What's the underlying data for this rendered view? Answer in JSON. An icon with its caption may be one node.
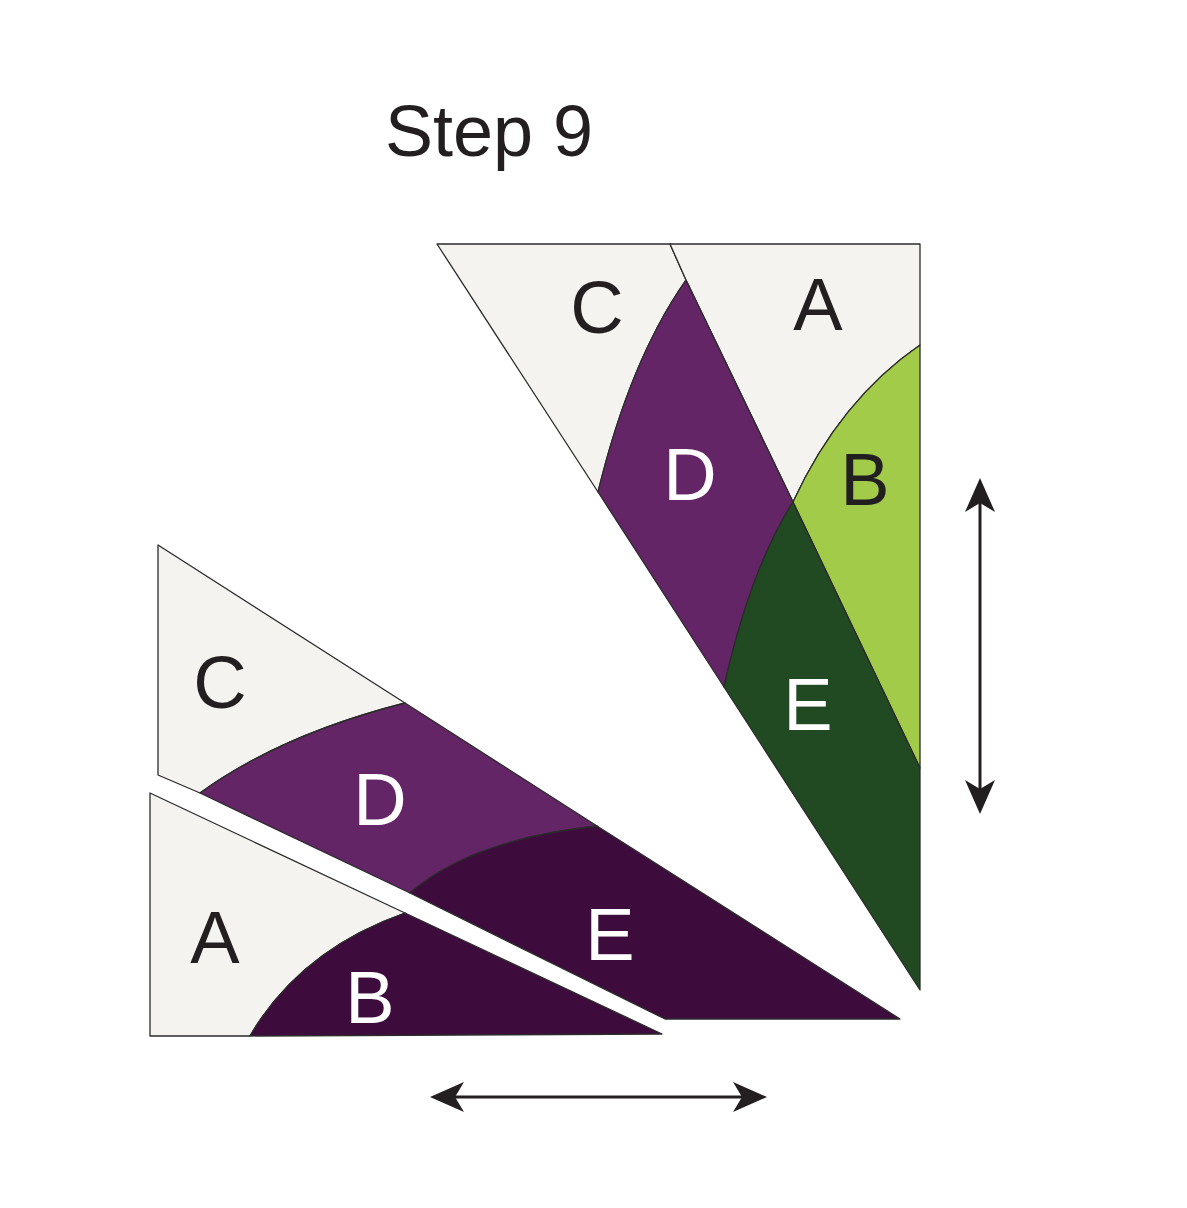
{
  "diagram": {
    "title": "Step 9",
    "nodes": [
      {
        "text": [
          "C"
        ]
      },
      {
        "text": [
          "A"
        ]
      },
      {
        "text": [
          "D"
        ]
      },
      {
        "text": [
          "B"
        ]
      },
      {
        "text": [
          "E"
        ]
      },
      {
        "text": [
          "C"
        ]
      },
      {
        "text": [
          "D"
        ]
      },
      {
        "text": [
          "E"
        ]
      },
      {
        "text": [
          "A"
        ]
      },
      {
        "text": [
          "B"
        ]
      }
    ]
  }
}
